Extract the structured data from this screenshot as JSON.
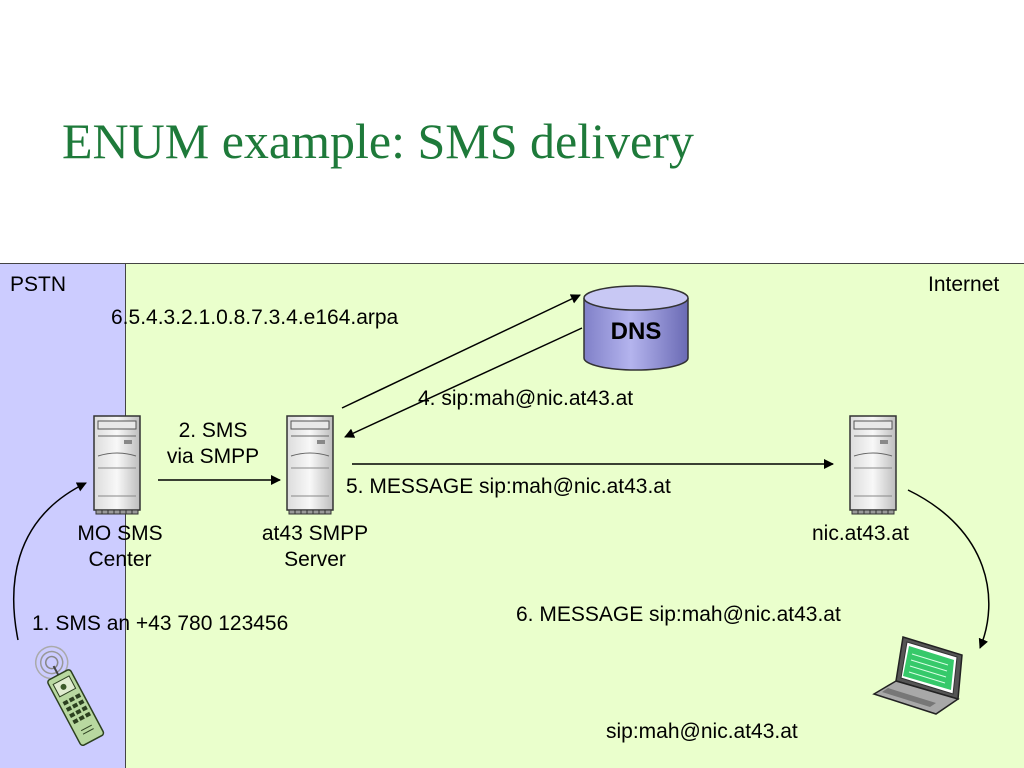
{
  "title": "ENUM example: SMS delivery",
  "regions": {
    "pstn": "PSTN",
    "internet": "Internet"
  },
  "nodes": {
    "dns": "DNS",
    "mo_sms_center": [
      "MO SMS",
      "Center"
    ],
    "smpp_server": [
      "at43 SMPP",
      "Server"
    ],
    "nic_server": "nic.at43.at"
  },
  "steps": {
    "s1": "1. SMS an +43 780 123456",
    "s2": [
      "2. SMS",
      "via SMPP"
    ],
    "s3": "6.5.4.3.2.1.0.8.7.3.4.e164.arpa",
    "s4": "4. sip:mah@nic.at43.at",
    "s5": "5. MESSAGE sip:mah@nic.at43.at",
    "s6": "6. MESSAGE  sip:mah@nic.at43.at"
  },
  "endpoint_address": "sip:mah@nic.at43.at",
  "colors": {
    "title": "#1e7a3a",
    "pstn": "#ccccff",
    "internet": "#eaffcc",
    "dns": "#9a9ad6"
  }
}
